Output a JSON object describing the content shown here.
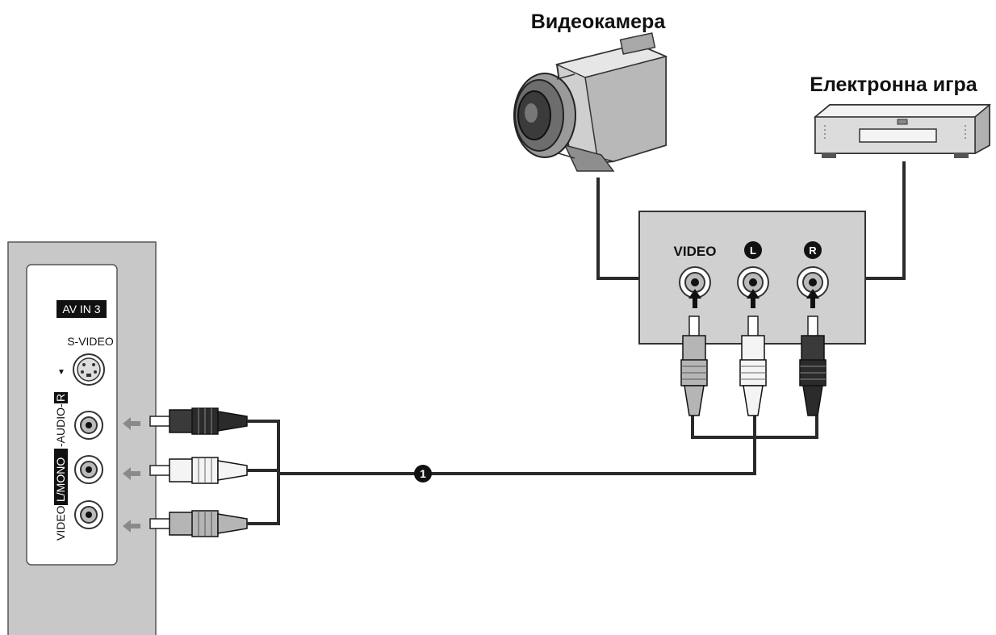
{
  "camcorder": {
    "label": "Видеокамера"
  },
  "game_console": {
    "label": "Електронна игра"
  },
  "av_box": {
    "video_label": "VIDEO",
    "left_label": "L",
    "right_label": "R"
  },
  "tv_panel": {
    "av_in_label": "AV IN 3",
    "s_video_label": "S-VIDEO",
    "vertical_label_video": "VIDEO",
    "vertical_label_lmono": "L/MONO",
    "vertical_label_audio": "-AUDIO-",
    "vertical_label_r": "R",
    "vertical_arrow_glyph": "▼"
  },
  "callout": {
    "number": "1"
  },
  "colors": {
    "panel_gray": "#c8c8c8",
    "device_gray": "#d0d0d0",
    "cable": "#2a2a2a",
    "arrow_gray": "#8a8a8a",
    "red_plug": "#2b2b2b",
    "white_plug": "#f4f4f4",
    "gray_plug": "#b5b5b5"
  },
  "icons": [
    "camcorder-icon",
    "game-console-icon",
    "rca-jack-icon",
    "rca-plug-icon",
    "s-video-port-icon",
    "arrow-left-icon",
    "arrow-up-icon"
  ]
}
